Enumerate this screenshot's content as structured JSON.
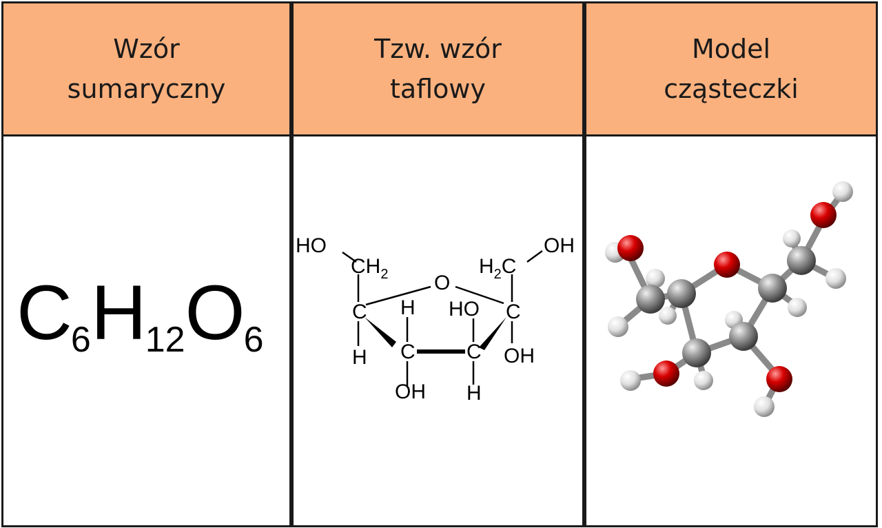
{
  "table": {
    "header_color": "#FBB17E",
    "columns": [
      {
        "header": "Wzór\nsumaryczny"
      },
      {
        "header": "Tzw. wzór\ntaflowy"
      },
      {
        "header": "Model\ncząsteczki"
      }
    ]
  },
  "formula": {
    "parts": [
      {
        "el": "C",
        "n": "6"
      },
      {
        "el": "H",
        "n": "12"
      },
      {
        "el": "O",
        "n": "6"
      }
    ]
  },
  "haworth": {
    "labels": {
      "ho_top_left": "HO",
      "ch2_left": "CH",
      "ch2_left_sub": "2",
      "ring_o": "O",
      "h2c_right": "H",
      "h2c_right_sub": "2",
      "h2c_right_c": "C",
      "oh_top_right": "OH",
      "c_left": "C",
      "h_left": "H",
      "h_c3_top": "H",
      "c_bottom_left": "C",
      "oh_bottom_left": "OH",
      "ho_c4_top": "HO",
      "c_bottom_right": "C",
      "h_bottom_right": "H",
      "c_right": "C",
      "oh_right": "OH"
    }
  },
  "model": {
    "atom_colors": {
      "carbon": "#8c8c8c",
      "oxygen": "#d90000",
      "hydrogen": "#e6e6e6"
    }
  }
}
